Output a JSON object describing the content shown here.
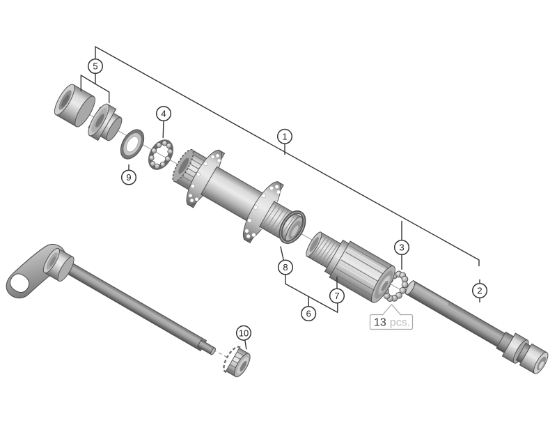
{
  "diagram": {
    "kind": "exploded-parts-diagram",
    "background": "#ffffff"
  },
  "callouts": {
    "c1": {
      "label": "1"
    },
    "c2": {
      "label": "2"
    },
    "c3": {
      "label": "3"
    },
    "c4": {
      "label": "4"
    },
    "c5": {
      "label": "5"
    },
    "c6": {
      "label": "6"
    },
    "c7": {
      "label": "7"
    },
    "c8": {
      "label": "8"
    },
    "c9": {
      "label": "9"
    },
    "c10": {
      "label": "10"
    }
  },
  "qty_label": {
    "count": "13",
    "unit": "pcs."
  },
  "colors": {
    "background": "#ffffff",
    "leader_line": "#333333",
    "callout_text": "#222222",
    "part_outline": "#4a4a4a",
    "qty_muted_text": "#bcbcbc",
    "qty_box_border": "#a8a8a8"
  }
}
